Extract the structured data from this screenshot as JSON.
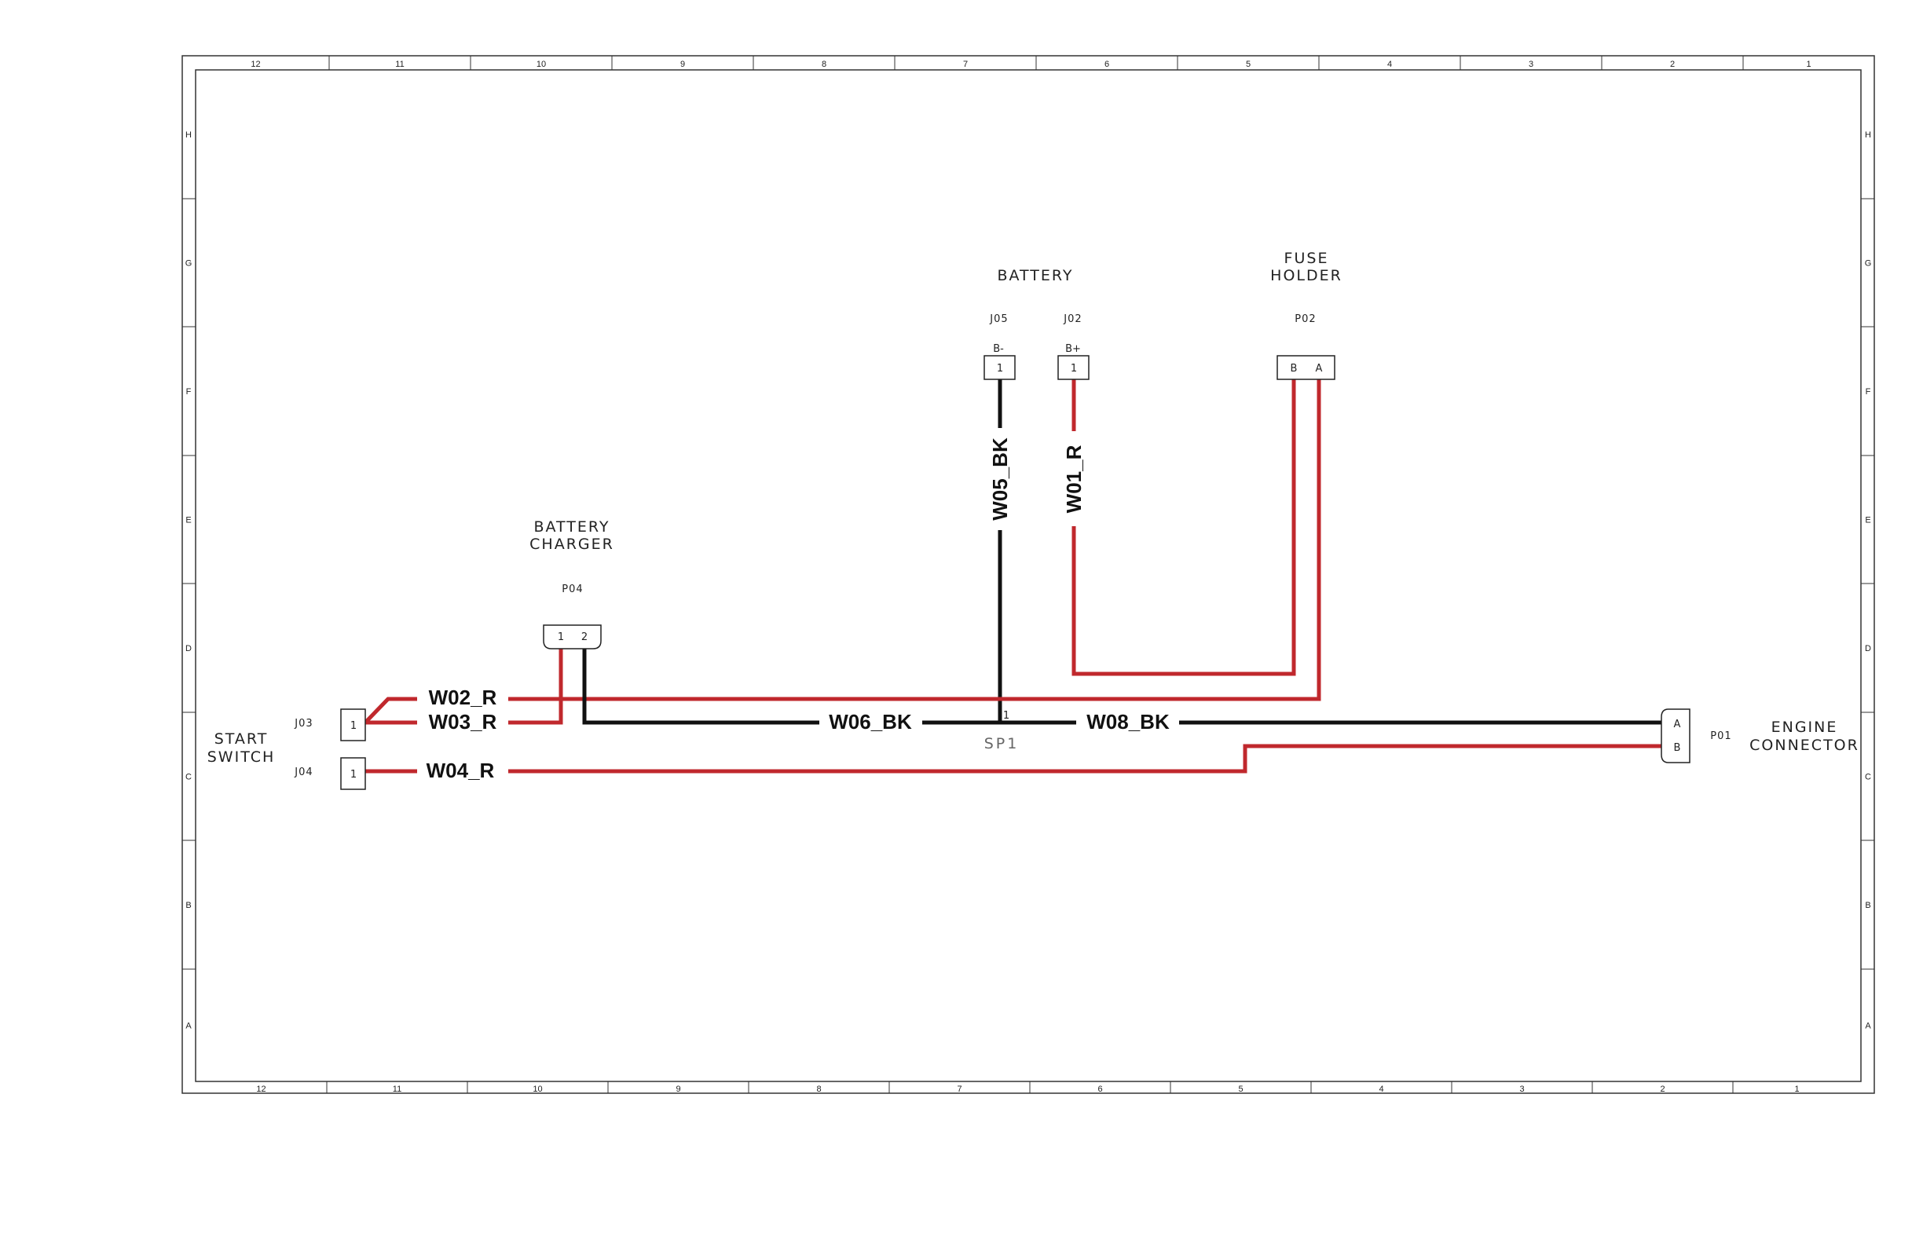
{
  "sheet": {
    "columns": [
      "12",
      "11",
      "10",
      "9",
      "8",
      "7",
      "6",
      "5",
      "4",
      "3",
      "2",
      "1"
    ],
    "rows": [
      "H",
      "G",
      "F",
      "E",
      "D",
      "C",
      "B",
      "A"
    ]
  },
  "components": {
    "battery": {
      "label": "BATTERY",
      "neg_ref": "J05",
      "neg_pin": "B-",
      "neg_pin_num": "1",
      "pos_ref": "J02",
      "pos_pin": "B+",
      "pos_pin_num": "1"
    },
    "fuse_holder": {
      "label_line1": "FUSE",
      "label_line2": "HOLDER",
      "ref": "P02",
      "pin_b": "B",
      "pin_a": "A"
    },
    "battery_charger": {
      "label_line1": "BATTERY",
      "label_line2": "CHARGER",
      "ref": "P04",
      "pin_1": "1",
      "pin_2": "2"
    },
    "start_switch": {
      "label_line1": "START",
      "label_line2": "SWITCH",
      "ref_upper": "J03",
      "ref_lower": "J04",
      "pin_upper": "1",
      "pin_lower": "1"
    },
    "engine_connector": {
      "label_line1": "ENGINE",
      "label_line2": "CONNECTOR",
      "ref": "P01",
      "pin_a": "A",
      "pin_b": "B"
    },
    "splice": {
      "label": "SP1",
      "pin": "1"
    }
  },
  "wires": [
    {
      "id": "W01_R",
      "color": "#c0282d"
    },
    {
      "id": "W02_R",
      "color": "#c0282d"
    },
    {
      "id": "W03_R",
      "color": "#c0282d"
    },
    {
      "id": "W04_R",
      "color": "#c0282d"
    },
    {
      "id": "W05_BK",
      "color": "#111111"
    },
    {
      "id": "W06_BK",
      "color": "#111111"
    },
    {
      "id": "W08_BK",
      "color": "#111111"
    }
  ],
  "colors": {
    "red_wire": "#c0282d",
    "black_wire": "#111111",
    "frame": "#333333"
  }
}
